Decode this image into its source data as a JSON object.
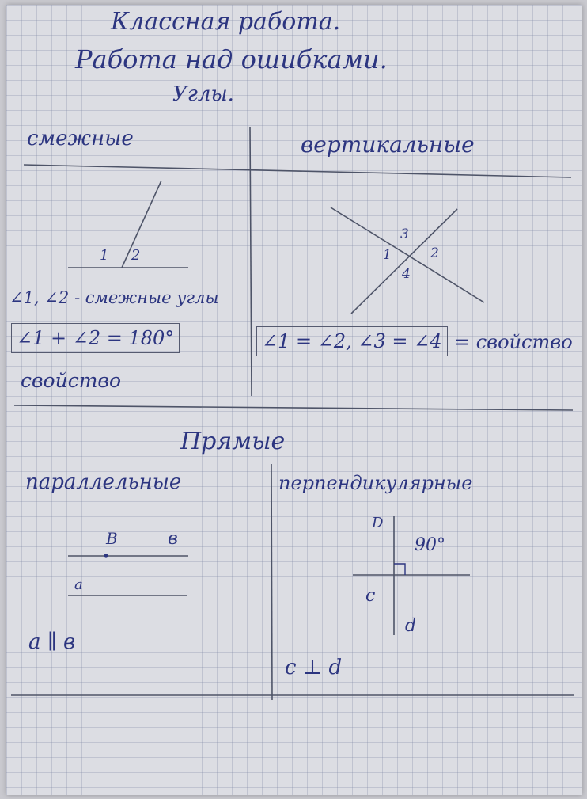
{
  "header": {
    "line1": "Классная работа.",
    "line2": "Работа над ошибками.",
    "line3": "Углы."
  },
  "angles": {
    "adjacent": {
      "heading": "смежные",
      "labels": [
        "1",
        "2"
      ],
      "statement": "∠1, ∠2 - смежные углы",
      "formula": "∠1 + ∠2 = 180°",
      "property_word": "свойство"
    },
    "vertical": {
      "heading": "вертикальные",
      "labels": [
        "1",
        "2",
        "3",
        "4"
      ],
      "formula": "∠1 = ∠2, ∠3 = ∠4",
      "property_word": "= свойство"
    }
  },
  "lines": {
    "heading": "Прямые",
    "parallel": {
      "heading": "параллельные",
      "labels": [
        "B",
        "в",
        "a"
      ],
      "relation": "a ∥ в"
    },
    "perpendicular": {
      "heading": "перпендикулярные",
      "labels": [
        "D",
        "90°",
        "c",
        "d"
      ],
      "relation": "c ⊥ d"
    }
  },
  "colors": {
    "ink": "#2c3580",
    "pencil": "#4e5468",
    "paper": "#dcdde3"
  }
}
